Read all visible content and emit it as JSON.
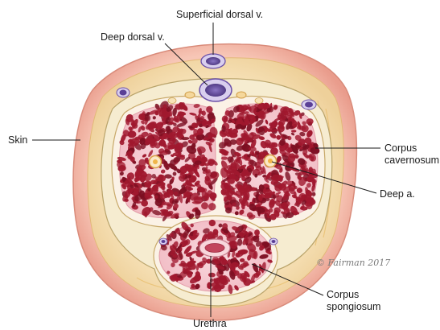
{
  "labels": {
    "superficial_dorsal_v": "Superficial dorsal v.",
    "deep_dorsal_v": "Deep dorsal v.",
    "skin": "Skin",
    "corpus_cavernosum_line1": "Corpus",
    "corpus_cavernosum_line2": "cavernosum",
    "deep_a": "Deep a.",
    "corpus_spongiosum_line1": "Corpus",
    "corpus_spongiosum_line2": "spongiosum",
    "urethra": "Urethra"
  },
  "signature": {
    "text": "© Fairman 2017"
  },
  "colors": {
    "skin": "#f3b8a7",
    "fascia": "#f4dcae",
    "tunica": "#f7efe4",
    "erectile": "#a0182e",
    "sinus": "#f4c9cf",
    "vein": "#6a4fa8",
    "artery": "#f0b64a"
  }
}
